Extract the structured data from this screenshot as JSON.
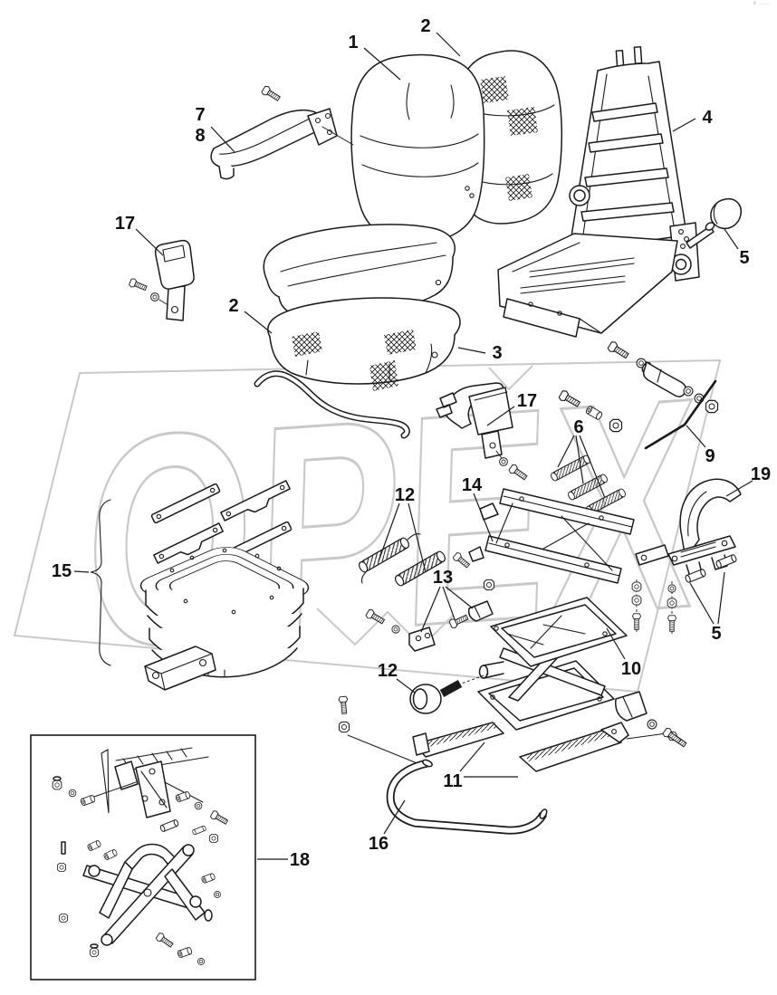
{
  "watermark": {
    "text": "OPEX",
    "color": "#c9c9c9"
  },
  "corner_mark": "ᵈ ····",
  "callouts": [
    {
      "label": "1"
    },
    {
      "label": "2"
    },
    {
      "label": "7"
    },
    {
      "label": "8"
    },
    {
      "label": "17"
    },
    {
      "label": "4"
    },
    {
      "label": "5"
    },
    {
      "label": "2"
    },
    {
      "label": "3"
    },
    {
      "label": "17"
    },
    {
      "label": "6"
    },
    {
      "label": "9"
    },
    {
      "label": "19"
    },
    {
      "label": "12"
    },
    {
      "label": "14"
    },
    {
      "label": "15"
    },
    {
      "label": "13"
    },
    {
      "label": "10"
    },
    {
      "label": "12"
    },
    {
      "label": "5"
    },
    {
      "label": "11"
    },
    {
      "label": "16"
    },
    {
      "label": "18"
    }
  ]
}
